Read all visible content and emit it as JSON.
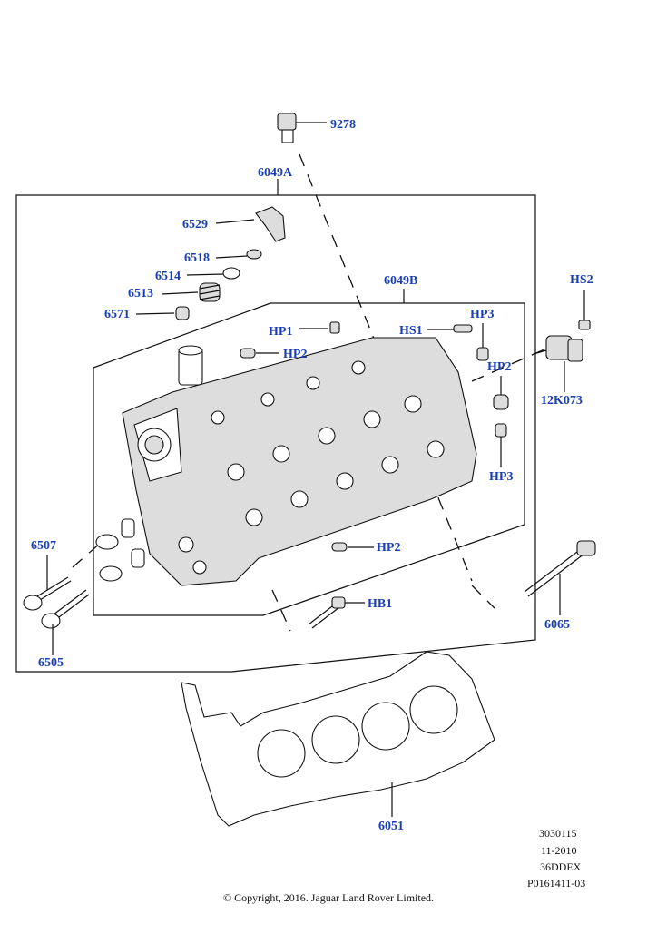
{
  "callouts": {
    "c9278": "9278",
    "c6049A": "6049A",
    "c6529": "6529",
    "c6518": "6518",
    "c6514": "6514",
    "c6513": "6513",
    "c6571": "6571",
    "c6049B": "6049B",
    "cHP1": "HP1",
    "cHP2a": "HP2",
    "cHS1": "HS1",
    "cHP3a": "HP3",
    "cHS2": "HS2",
    "cHP2b": "HP2",
    "c12K073": "12K073",
    "cHP3b": "HP3",
    "c6507": "6507",
    "cHP2c": "HP2",
    "cHB1": "HB1",
    "c6065": "6065",
    "c6505": "6505",
    "c6051": "6051"
  },
  "info": {
    "line1": "3030115",
    "line2": "11-2010",
    "line3": "36DDEX",
    "line4": "P0161411-03"
  },
  "copyright": "© Copyright, 2016. Jaguar Land Rover Limited.",
  "colors": {
    "callout": "#1a3fb4",
    "line": "#111111"
  }
}
